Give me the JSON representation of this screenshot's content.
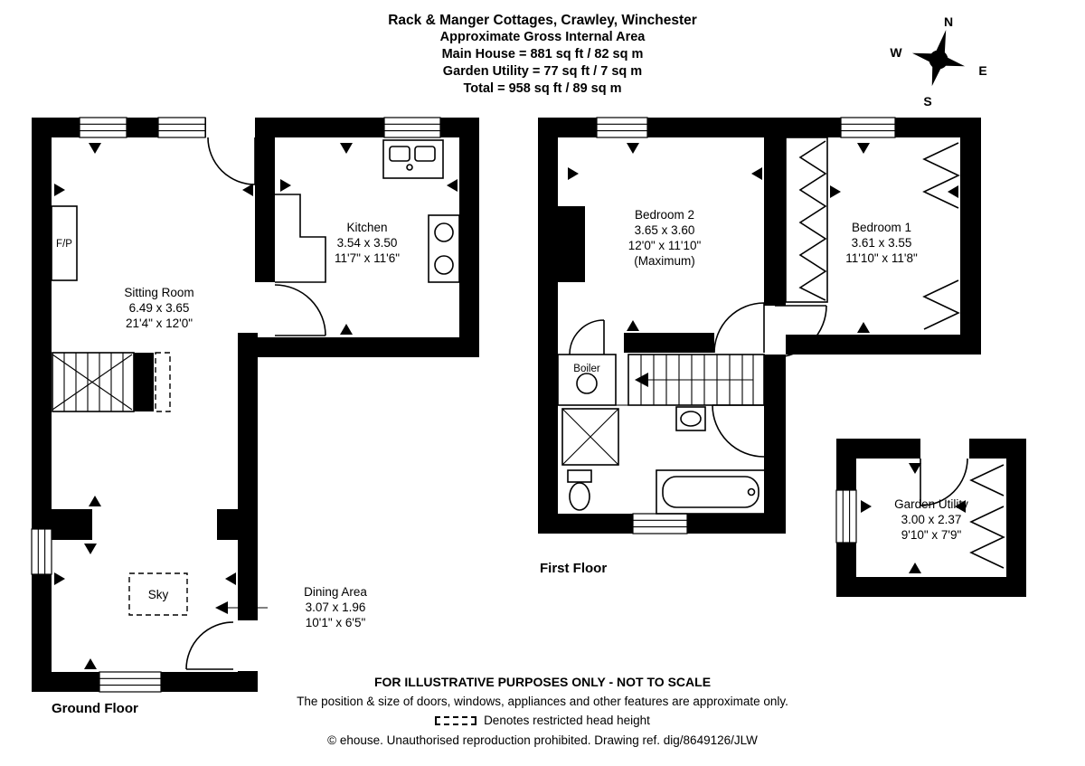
{
  "header": {
    "title": "Rack & Manger Cottages, Crawley, Winchester",
    "subtitle": "Approximate Gross Internal Area",
    "area_main": "Main House = 881 sq ft / 82 sq m",
    "area_garden": "Garden Utility = 77 sq ft / 7 sq m",
    "area_total": "Total = 958 sq ft / 89 sq m"
  },
  "compass": {
    "north": "N",
    "east": "E",
    "south": "S",
    "west": "W"
  },
  "floors": {
    "ground": "Ground Floor",
    "first": "First Floor"
  },
  "rooms": {
    "sitting": {
      "name": "Sitting Room",
      "metric": "6.49 x 3.65",
      "imperial": "21'4\" x 12'0\""
    },
    "kitchen": {
      "name": "Kitchen",
      "metric": "3.54 x 3.50",
      "imperial": "11'7\" x 11'6\""
    },
    "dining": {
      "name": "Dining Area",
      "metric": "3.07 x 1.96",
      "imperial": "10'1\" x 6'5\""
    },
    "bedroom2": {
      "name": "Bedroom 2",
      "metric": "3.65 x 3.60",
      "imperial": "12'0\" x 11'10\"",
      "note": "(Maximum)"
    },
    "bedroom1": {
      "name": "Bedroom 1",
      "metric": "3.61 x 3.55",
      "imperial": "11'10\" x 11'8\""
    },
    "garden_utility": {
      "name": "Garden Utility",
      "metric": "3.00 x 2.37",
      "imperial": "9'10\" x 7'9\""
    }
  },
  "features": {
    "fireplace": "F/P",
    "skylight": "Sky",
    "boiler": "Boiler"
  },
  "footer": {
    "disclaimer1": "FOR ILLUSTRATIVE PURPOSES ONLY - NOT TO SCALE",
    "disclaimer2": "The position & size of doors, windows, appliances and other features are approximate only.",
    "legend_restricted": "Denotes restricted head height",
    "copyright": "© ehouse. Unauthorised reproduction prohibited. Drawing ref. dig/8649126/JLW"
  },
  "colors": {
    "ink": "#000000",
    "paper": "#ffffff"
  }
}
